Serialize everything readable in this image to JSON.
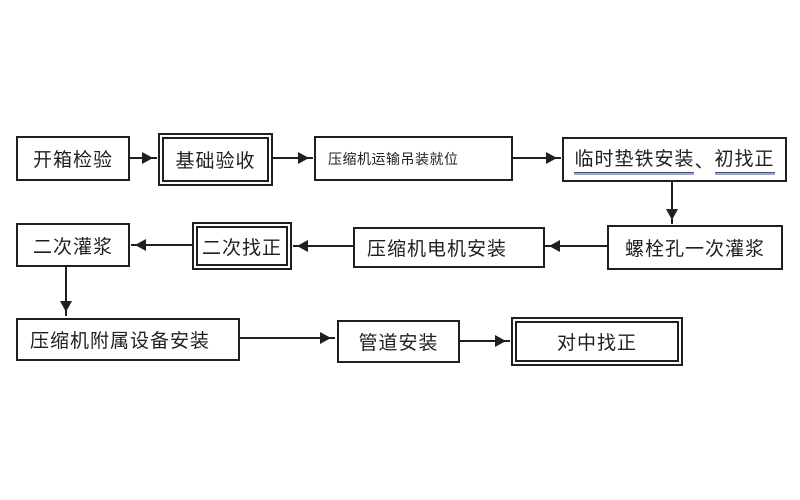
{
  "diagram": {
    "description": "compressor installation process flowchart",
    "colors": {
      "line": "#1f1f1f",
      "underline_dark": "#4a546e",
      "underline_blue": "#9aa8d0",
      "background": "#ffffff"
    },
    "nodes": {
      "unpack": {
        "label": "开箱检验",
        "border": "single"
      },
      "foundation": {
        "label": "基础验收",
        "border": "double"
      },
      "transport": {
        "label": "压缩机运输吊装就位",
        "border": "single"
      },
      "shim": {
        "part1": "临时垫铁安装",
        "separator": "、",
        "part2": "初找正",
        "border": "single"
      },
      "bolt_grout": {
        "label": "螺栓孔一次灌浆",
        "border": "single"
      },
      "motor": {
        "label": "压缩机电机安装",
        "border": "single"
      },
      "second_align": {
        "label": "二次找正",
        "border": "double"
      },
      "second_grout": {
        "label": "二次灌浆",
        "border": "single"
      },
      "auxiliary": {
        "label": "压缩机附属设备安装",
        "border": "single"
      },
      "piping": {
        "label": "管道安装",
        "border": "single"
      },
      "center_align": {
        "label": "对中找正",
        "border": "double"
      }
    }
  }
}
